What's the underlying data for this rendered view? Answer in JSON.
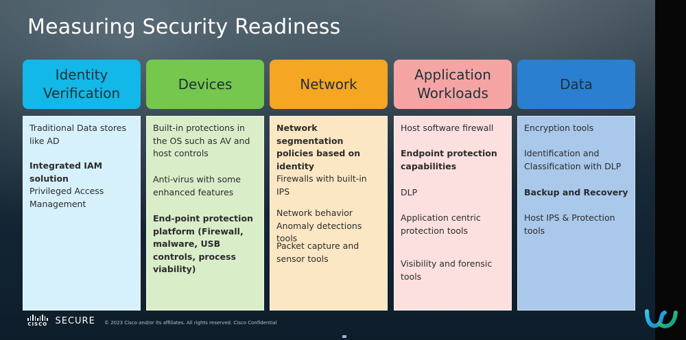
{
  "title": "Measuring Security Readiness",
  "columns": [
    {
      "heading": "Identity Verification",
      "heading_color": "#12b8e8",
      "body_color": "#d6f1fb",
      "items": [
        {
          "text": "Traditional Data stores like AD",
          "bold": false
        },
        {
          "text": "Integrated IAM solution",
          "bold": true
        },
        {
          "text": "Privileged Access Management",
          "bold": false
        }
      ]
    },
    {
      "heading": "Devices",
      "heading_color": "#76c74e",
      "body_color": "#d9edc9",
      "items": [
        {
          "text": "Built-in protections in the OS such as AV and host controls",
          "bold": false
        },
        {
          "text": "Anti-virus with some enhanced features",
          "bold": false
        },
        {
          "text": "End-point protection platform (Firewall, malware, USB controls, process viability)",
          "bold": true
        }
      ]
    },
    {
      "heading": "Network",
      "heading_color": "#f5a623",
      "body_color": "#fbe7c3",
      "items": [
        {
          "text": "Network segmentation policies based on identity",
          "bold": true
        },
        {
          "text": "Firewalls with built-in IPS",
          "bold": false
        },
        {
          "text": "Network behavior Anomaly detections tools",
          "bold": false
        },
        {
          "text": "Packet capture and sensor tools",
          "bold": false
        }
      ]
    },
    {
      "heading": "Application Workloads",
      "heading_color": "#f4a5a3",
      "body_color": "#fbe0df",
      "items": [
        {
          "text": "Host software firewall",
          "bold": false
        },
        {
          "text": "Endpoint protection capabilities",
          "bold": true
        },
        {
          "text": "DLP",
          "bold": false
        },
        {
          "text": "Application centric protection tools",
          "bold": false
        },
        {
          "text": "Visibility and forensic tools",
          "bold": false
        }
      ]
    },
    {
      "heading": "Data",
      "heading_color": "#2a7fd1",
      "body_color": "#a9c8ea",
      "items": [
        {
          "text": "Encryption tools",
          "bold": false
        },
        {
          "text": "Identification and Classification with DLP",
          "bold": false
        },
        {
          "text": "Backup and Recovery",
          "bold": true
        },
        {
          "text": "Host IPS & Protection tools",
          "bold": false
        }
      ]
    }
  ],
  "footer": {
    "brand_small": "CISCO",
    "brand": "SECURE",
    "copyright": "© 2023 Cisco and/or its affiliates. All rights reserved. Cisco Confidential"
  },
  "icons": {
    "brand_logo": "cisco-bridge-icon",
    "app_logo": "webex-icon"
  }
}
